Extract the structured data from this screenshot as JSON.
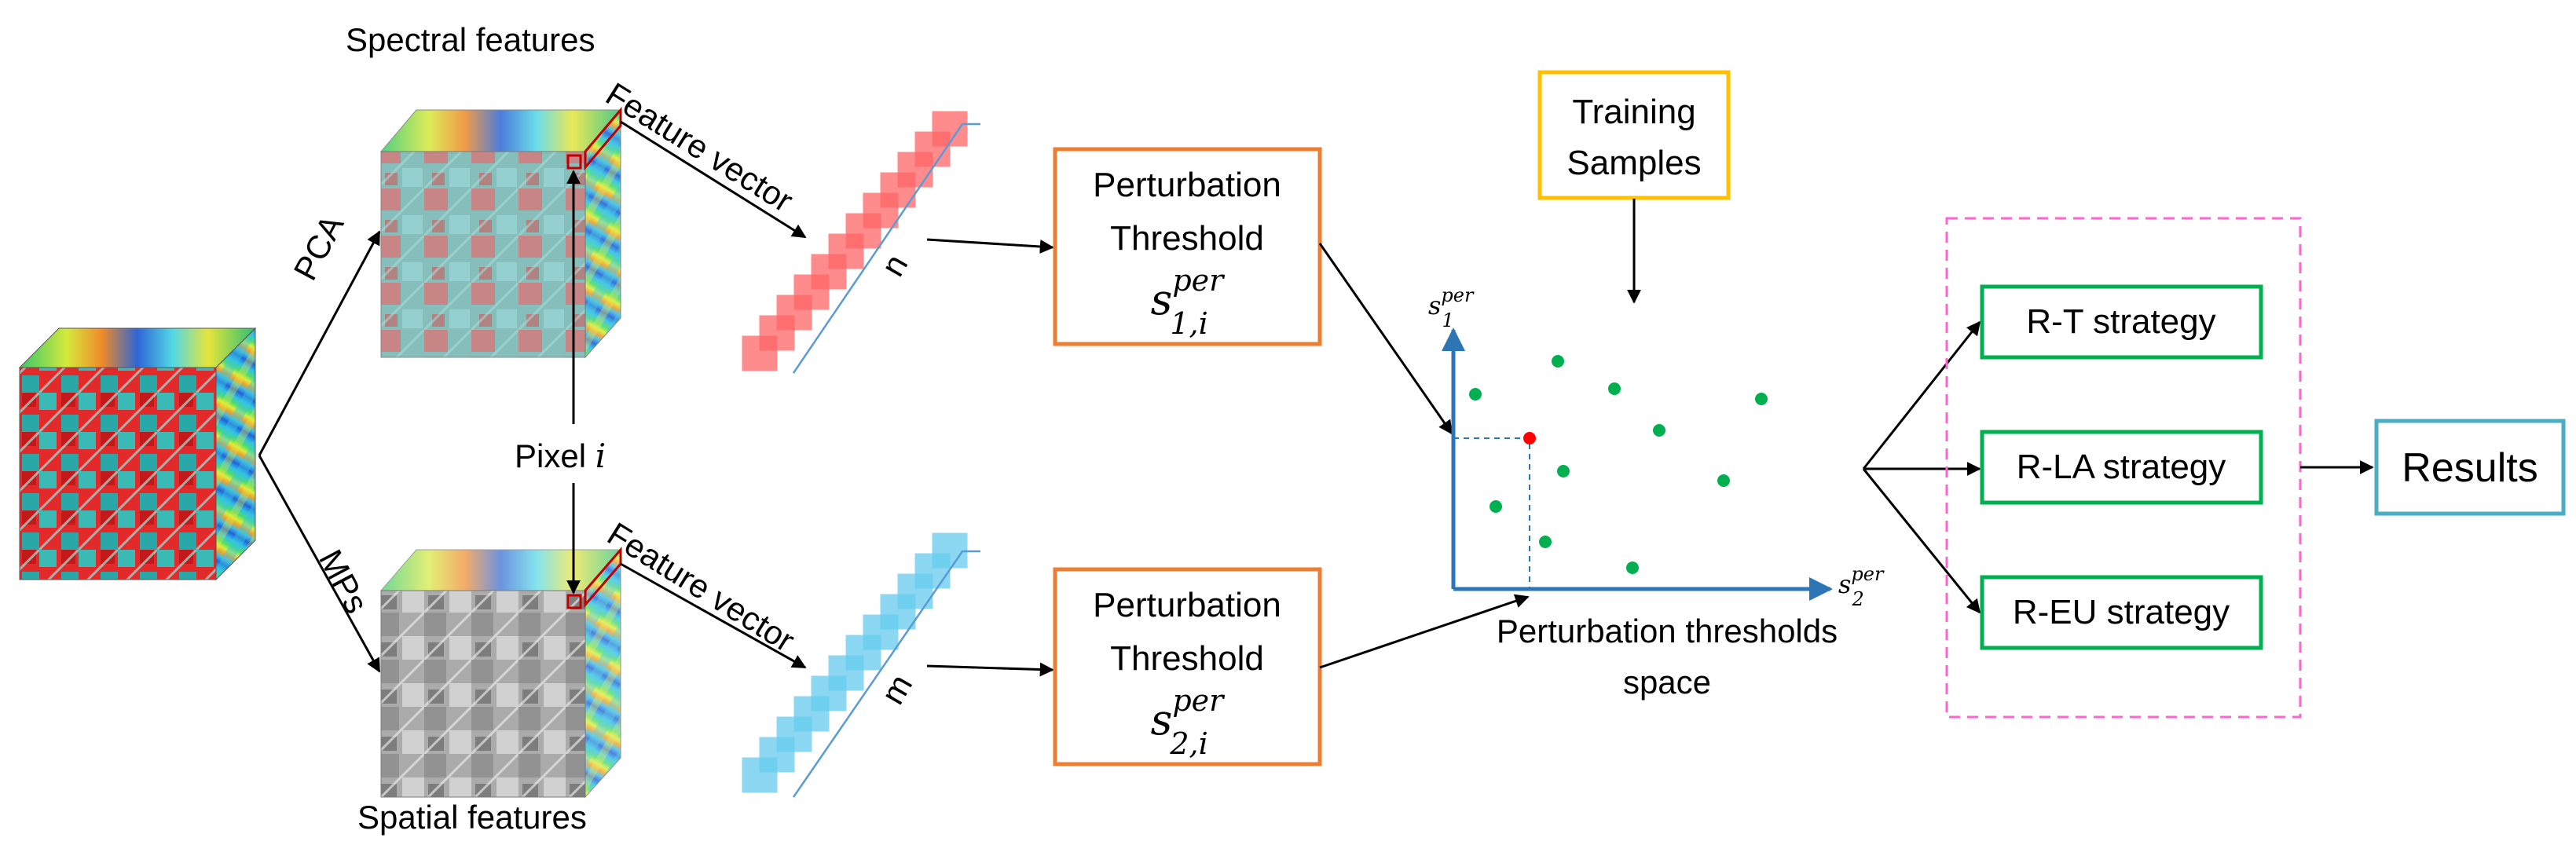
{
  "labels": {
    "spectral_features": "Spectral features",
    "spatial_features": "Spatial features",
    "feature_vector_top": "Feature vector",
    "feature_vector_bottom": "Feature vector",
    "pca": "PCA",
    "mps": "MPs",
    "pixel": "Pixel",
    "pixel_var": "i",
    "n": "n",
    "m": "m"
  },
  "threshold_boxes": [
    {
      "line1": "Perturbation",
      "line2": "Threshold",
      "symbol": "s",
      "sup": "per",
      "sub": "1,i"
    },
    {
      "line1": "Perturbation",
      "line2": "Threshold",
      "symbol": "s",
      "sup": "per",
      "sub": "2,i"
    }
  ],
  "training": {
    "line1": "Training",
    "line2": "Samples"
  },
  "space": {
    "y_symbol": "s",
    "y_sup": "per",
    "y_sub": "1",
    "x_symbol": "s",
    "x_sup": "per",
    "x_sub": "2",
    "caption_line1": "Perturbation thresholds",
    "caption_line2": "space"
  },
  "strategies": [
    "R-T strategy",
    "R-LA strategy",
    "R-EU strategy"
  ],
  "results": "Results",
  "colors": {
    "threshold_border": "#ED7D31",
    "training_border": "#FFC000",
    "strategy_border": "#00B050",
    "results_border": "#4BACC6",
    "dashed_group": "#FF66CC",
    "axis": "#2E75B6",
    "green_point": "#00B050",
    "red_point": "#FF0000",
    "red_vector": "#FF6666",
    "blue_vector": "#66CCEE"
  }
}
